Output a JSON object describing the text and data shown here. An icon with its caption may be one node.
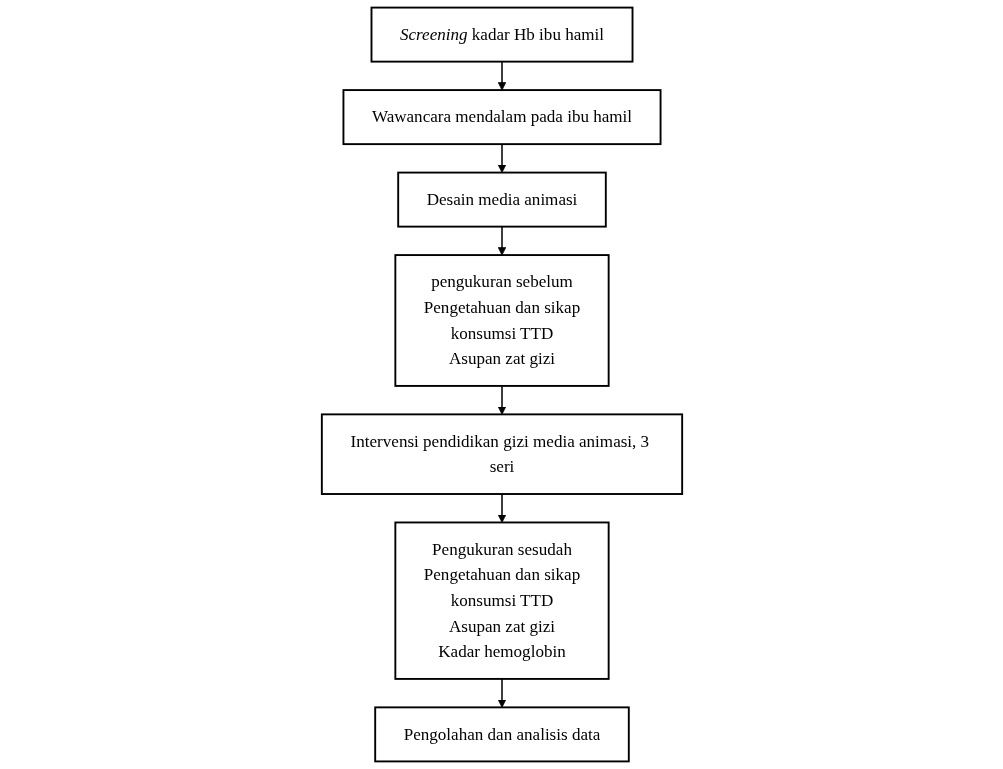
{
  "diagram": {
    "nodes": [
      {
        "text": [
          "*Screening* kadar Hb ibu hamil"
        ]
      },
      {
        "text": [
          "Wawancara mendalam pada ibu hamil"
        ]
      },
      {
        "text": [
          "Desain media animasi"
        ]
      },
      {
        "text": [
          "pengukuran sebelum",
          "Pengetahuan dan sikap",
          "konsumsi TTD",
          "Asupan zat gizi"
        ]
      },
      {
        "text": [
          "Intervensi pendidikan gizi media animasi, 3 seri"
        ]
      },
      {
        "text": [
          "Pengukuran sesudah",
          "Pengetahuan dan sikap",
          "konsumsi TTD",
          "Asupan zat gizi",
          "Kadar hemoglobin"
        ]
      },
      {
        "text": [
          "Pengolahan dan analisis data"
        ]
      }
    ],
    "edges": [
      {
        "from": 0,
        "to": 1,
        "arrow": "to"
      },
      {
        "from": 1,
        "to": 2,
        "arrow": "to"
      },
      {
        "from": 2,
        "to": 3,
        "arrow": "to"
      },
      {
        "from": 3,
        "to": 4,
        "arrow": "to"
      },
      {
        "from": 4,
        "to": 5,
        "arrow": "to"
      },
      {
        "from": 5,
        "to": 6,
        "arrow": "to"
      }
    ]
  }
}
